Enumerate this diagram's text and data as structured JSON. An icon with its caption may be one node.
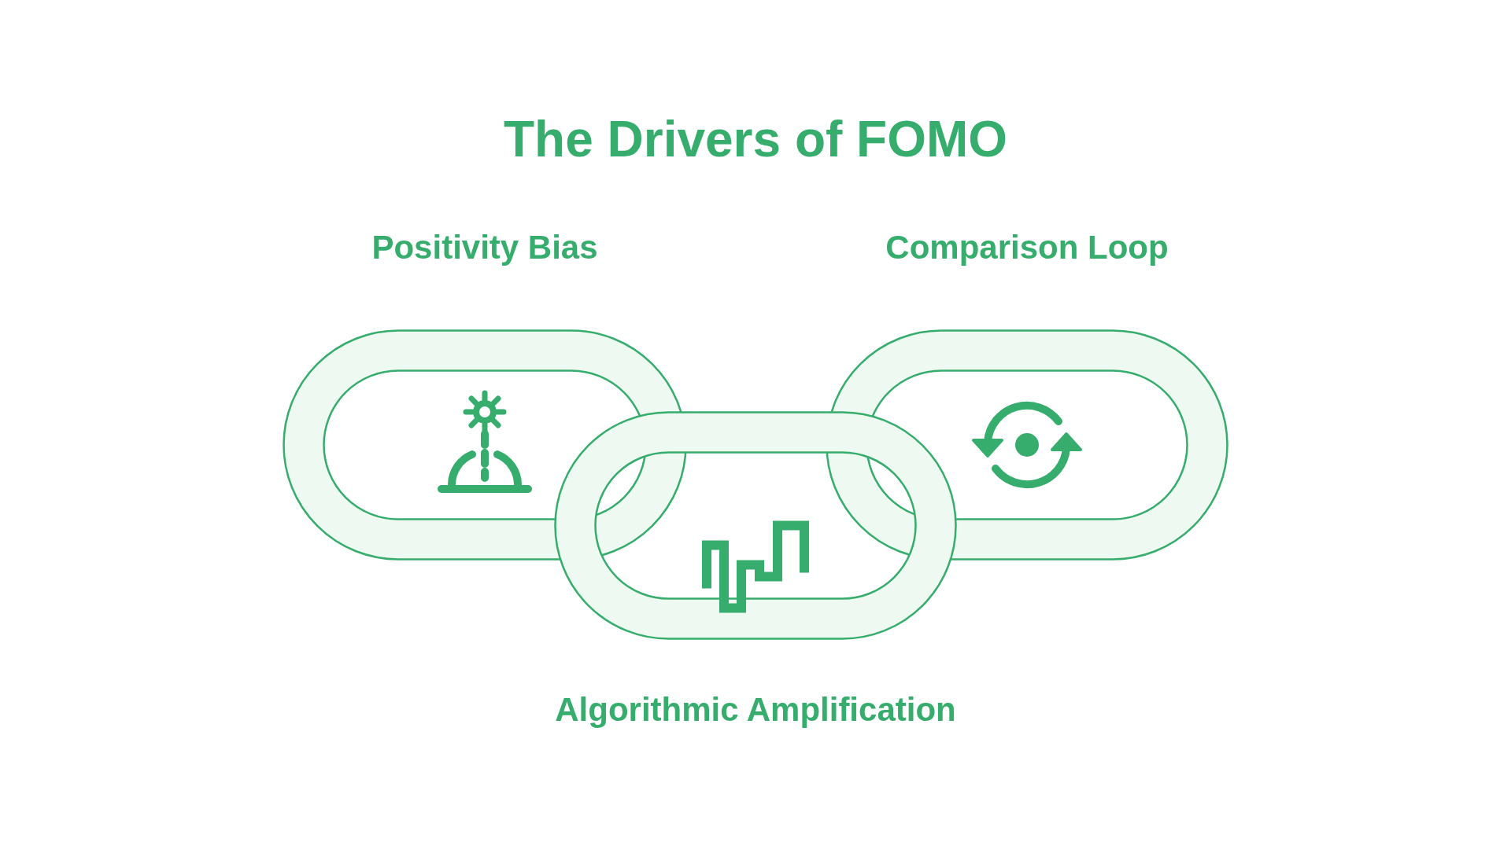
{
  "diagram": {
    "title": "The Drivers of FOMO",
    "nodes": [
      {
        "text": [
          "Positivity Bias"
        ]
      },
      {
        "text": [
          "Algorithmic Amplification"
        ]
      },
      {
        "text": [
          "Comparison Loop"
        ]
      }
    ],
    "edges": []
  }
}
